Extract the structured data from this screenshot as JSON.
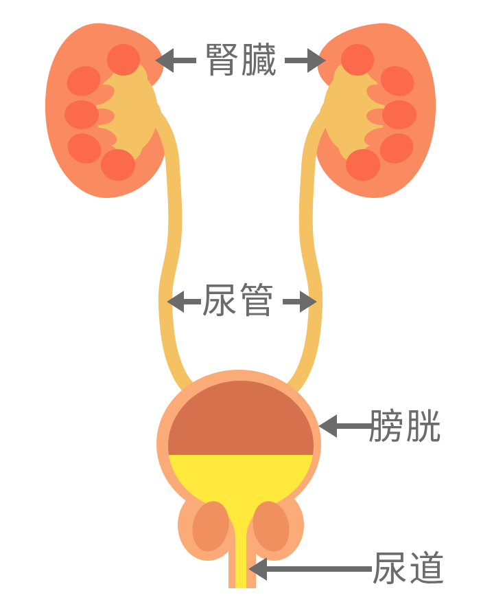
{
  "labels": {
    "kidney": "腎臓",
    "ureter": "尿管",
    "bladder": "膀胱",
    "urethra": "尿道"
  },
  "colors": {
    "background": "#ffffff",
    "kidney_body": "#FA8A60",
    "renal_pyramid": "#FA6A4B",
    "pelvis_ureter": "#F4C262",
    "bladder_wall": "#FAAB78",
    "bladder_inner": "#D6714E",
    "urine": "#FFE93C",
    "prostate": "#F0905F",
    "arrow": "#6B6B6B",
    "label_text": "#6B6B6B"
  }
}
